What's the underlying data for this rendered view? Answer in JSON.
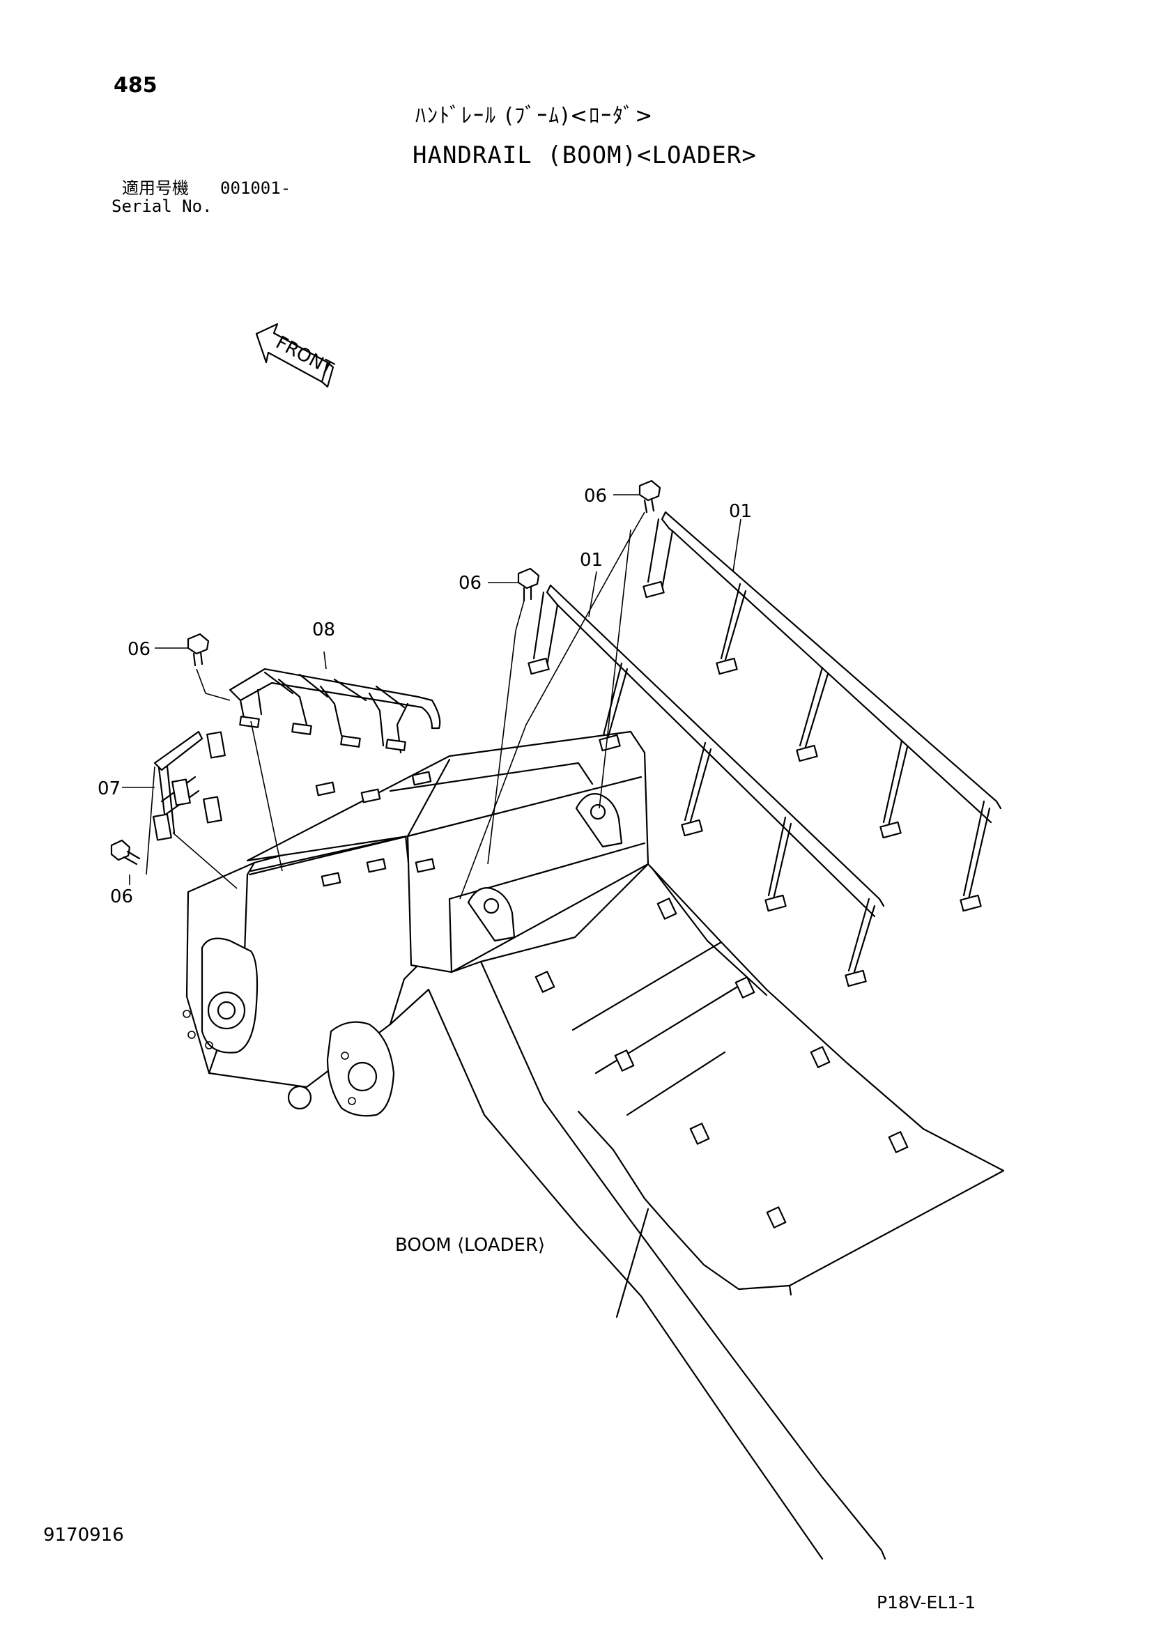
{
  "header": {
    "page_number": "485",
    "title_jp": "ﾊﾝﾄﾞﾚｰﾙ (ﾌﾞｰﾑ)<ﾛｰﾀﾞ>",
    "title_en": "HANDRAIL (BOOM)<LOADER>",
    "serial_label_jp": "適用号機",
    "serial_value": "001001-",
    "serial_label_en": "Serial No."
  },
  "diagram": {
    "front_label": "FRONT",
    "boom_label": "BOOM ⟨LOADER⟩",
    "callouts": {
      "rail_top": "01",
      "rail_mid": "01",
      "bolt_top": "06",
      "bolt_mid": "06",
      "bolt_left": "06",
      "bolt_bottom": "06",
      "step_08": "08",
      "step_07": "07"
    }
  },
  "footer": {
    "doc_number": "9170916",
    "page_code": "P18V-EL1-1"
  }
}
